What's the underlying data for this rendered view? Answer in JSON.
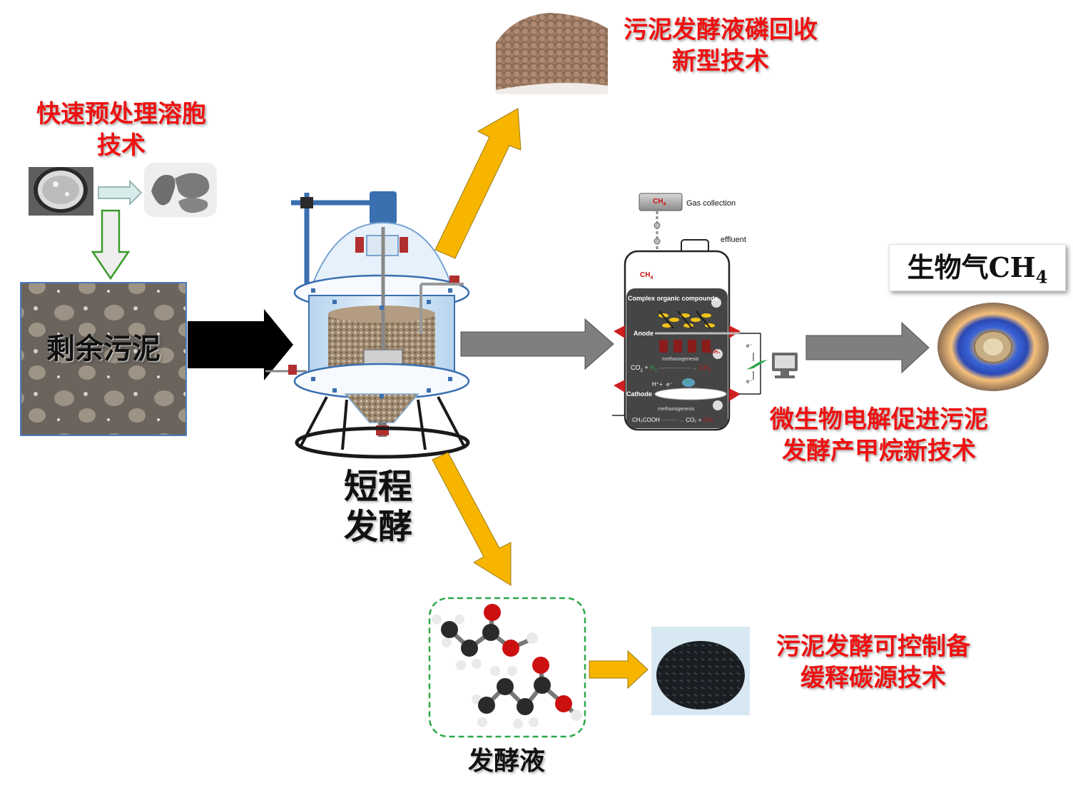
{
  "labels": {
    "phosphorus_title_l1": "污泥发酵液磷回收",
    "phosphorus_title_l2": "新型技术",
    "pretreat_title_l1": "快速预处理溶胞",
    "pretreat_title_l2": "技术",
    "sludge": "剩余污泥",
    "reactor_l1": "短程",
    "reactor_l2": "发酵",
    "mec_title_l1": "微生物电解促进污泥",
    "mec_title_l2": "发酵产甲烷新技术",
    "biogas_prefix": "生物气CH",
    "biogas_sub": "4",
    "fermentation_liquid": "发酵液",
    "carbon_title_l1": "污泥发酵可控制备",
    "carbon_title_l2": "缓释碳源技术"
  },
  "mec": {
    "ch4_tank": "CH",
    "ch4_tank_sub": "4",
    "gas_collection": "Gas collection",
    "effluent": "effluent",
    "ch4_top": "CH",
    "ch4_top_sub": "4",
    "complex": "Complex organic compounds",
    "anode": "Anode",
    "methanogenesis_1": "methanogenesis",
    "co2_left": "CO",
    "co2_left_sub": "2",
    "plus": "+",
    "h2_green": "H",
    "h2_green_sub": "2",
    "ch4_red_1": "CH",
    "ch4_red_1_sub": "4",
    "hplus": "H⁺+",
    "e_minus": "e⁻",
    "h2_blob": "H₂",
    "cathode": "Cathode",
    "methanogenesis_2": "methanogenesis",
    "ch3cooh": "CH₃COOH",
    "co2_right": "CO₂ +",
    "ch4_red_2": "CH₄",
    "e_wire_1": "e⁻",
    "e_wire_2": "e⁻",
    "ch4_bubble": "CH₄"
  },
  "colors": {
    "red_text": "#ee1111",
    "yellow_arrow": "#f7b500",
    "gray_arrow": "#7f7f7f",
    "black_arrow": "#000000",
    "green_outline": "#3a9a2a",
    "green_dashed": "#2aa84a",
    "reactor_blue": "#3a6fb0"
  },
  "icons": [
    "cell-before-lysis-image",
    "cell-after-lysis-image",
    "sludge-texture-image",
    "phosphorus-granules-image",
    "flame-burner-image",
    "propionic-acid-molecule",
    "butyric-acid-molecule",
    "carbon-source-granules-image",
    "computer-icon"
  ]
}
